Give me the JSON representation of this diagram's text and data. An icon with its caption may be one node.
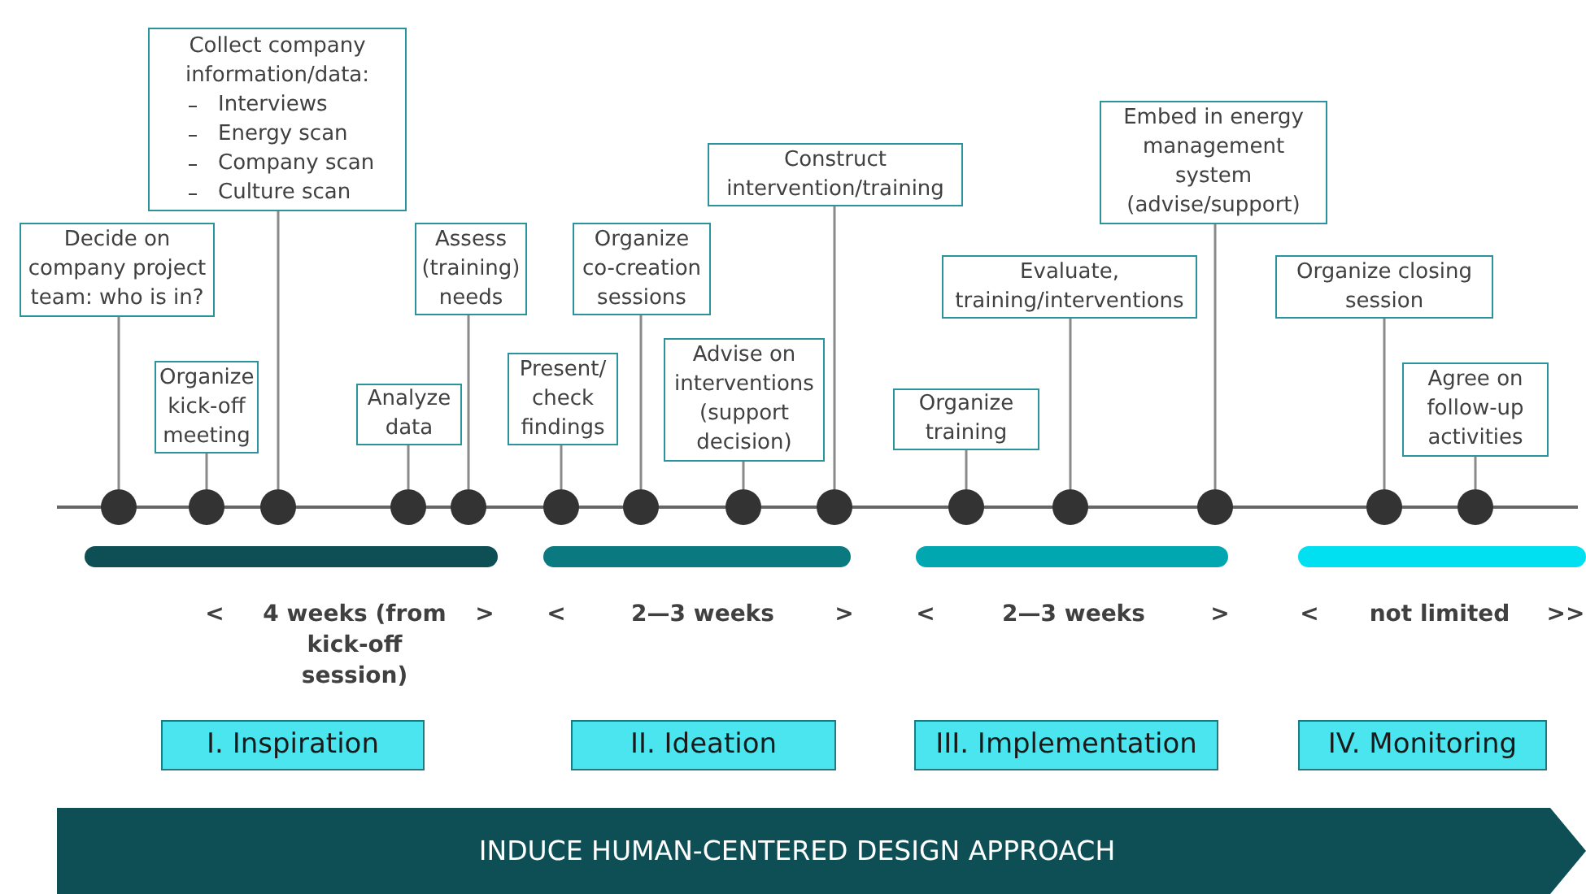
{
  "diagram": {
    "nodes": [
      {
        "text": [
          "Decide on company project team: who is in?"
        ]
      },
      {
        "text": [
          "Collect company information/data:",
          "Interviews",
          "Energy scan",
          "Company scan",
          "Culture scan"
        ]
      },
      {
        "text": [
          "Organize kick-off meeting"
        ]
      },
      {
        "text": [
          "Analyze data"
        ]
      },
      {
        "text": [
          "Assess (training) needs"
        ]
      },
      {
        "text": [
          "Present/ check findings"
        ]
      },
      {
        "text": [
          "Organize co-creation sessions"
        ]
      },
      {
        "text": [
          "Advise on interventions (support decision)"
        ]
      },
      {
        "text": [
          "Construct intervention/training"
        ]
      },
      {
        "text": [
          "Organize training"
        ]
      },
      {
        "text": [
          "Evaluate, training/interventions"
        ]
      },
      {
        "text": [
          "Embed in energy management system (advise/support)"
        ]
      },
      {
        "text": [
          "Organize closing session"
        ]
      },
      {
        "text": [
          "Agree on follow-up activities"
        ]
      },
      {
        "text": [],
        "shape": "circle"
      },
      {
        "text": [],
        "shape": "circle"
      },
      {
        "text": [],
        "shape": "circle"
      },
      {
        "text": [],
        "shape": "circle"
      },
      {
        "text": [],
        "shape": "circle"
      },
      {
        "text": [],
        "shape": "circle"
      },
      {
        "text": [],
        "shape": "circle"
      },
      {
        "text": [],
        "shape": "circle"
      },
      {
        "text": [],
        "shape": "circle"
      },
      {
        "text": [],
        "shape": "circle"
      },
      {
        "text": [],
        "shape": "circle"
      },
      {
        "text": [],
        "shape": "circle"
      },
      {
        "text": [],
        "shape": "circle"
      },
      {
        "text": [],
        "shape": "circle"
      },
      {
        "text": [
          "I. Inspiration"
        ]
      },
      {
        "text": [
          "II. Ideation"
        ]
      },
      {
        "text": [
          "III. Implementation"
        ]
      },
      {
        "text": [
          "IV. Monitoring"
        ]
      },
      {
        "text": [
          "INDUCE HUMAN-CENTERED DESIGN APPROACH"
        ]
      }
    ],
    "edges": [
      {
        "from": 0,
        "to": 14,
        "arrow": "none"
      },
      {
        "from": 2,
        "to": 15,
        "arrow": "none"
      },
      {
        "from": 1,
        "to": 16,
        "arrow": "none"
      },
      {
        "from": 3,
        "to": 17,
        "arrow": "none"
      },
      {
        "from": 4,
        "to": 18,
        "arrow": "none"
      },
      {
        "from": 5,
        "to": 19,
        "arrow": "none"
      },
      {
        "from": 6,
        "to": 20,
        "arrow": "none"
      },
      {
        "from": 7,
        "to": 21,
        "arrow": "none"
      },
      {
        "from": 8,
        "to": 22,
        "arrow": "none"
      },
      {
        "from": 9,
        "to": 23,
        "arrow": "none"
      },
      {
        "from": 10,
        "to": 24,
        "arrow": "none"
      },
      {
        "from": 11,
        "to": 25,
        "arrow": "none"
      },
      {
        "from": 12,
        "to": 26,
        "arrow": "none"
      },
      {
        "from": 13,
        "to": 27,
        "arrow": "none"
      }
    ],
    "labels": [
      "<",
      "4 weeks (from kick-off session)",
      ">",
      "<",
      "2—3 weeks",
      ">",
      "<",
      "2—3 weeks",
      ">",
      "<",
      "not limited",
      ">>"
    ]
  }
}
